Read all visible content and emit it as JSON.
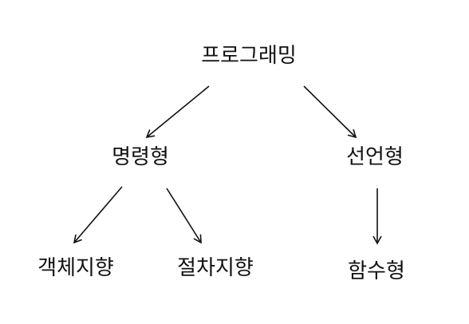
{
  "nodes": {
    "programming": "프로그래밍",
    "imperative": "명령형",
    "declarative": "선언형",
    "object_oriented": "객체지향",
    "procedural": "절차지향",
    "functional": "함수형"
  },
  "edges": [
    {
      "from": "programming",
      "to": "imperative"
    },
    {
      "from": "programming",
      "to": "declarative"
    },
    {
      "from": "imperative",
      "to": "object_oriented"
    },
    {
      "from": "imperative",
      "to": "procedural"
    },
    {
      "from": "declarative",
      "to": "functional"
    }
  ],
  "colors": {
    "text": "#111111",
    "arrow": "#111111",
    "background": "#ffffff"
  }
}
